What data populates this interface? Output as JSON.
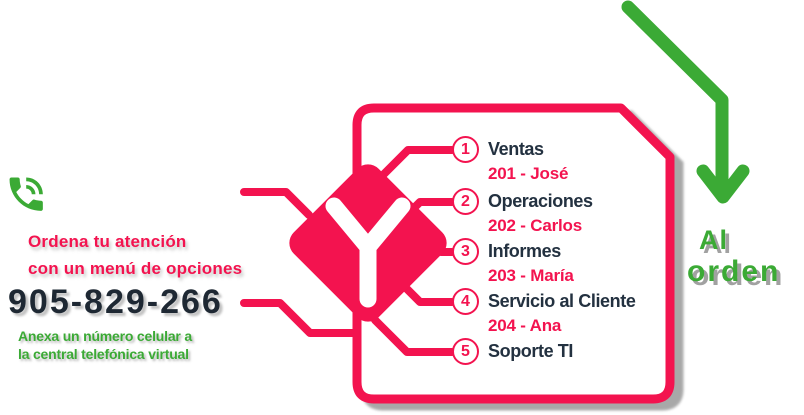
{
  "brand": {
    "logo_letter": "Y",
    "accent_pink": "#F3134F",
    "accent_green": "#3BAA35",
    "text_dark": "#233140"
  },
  "left_panel": {
    "phone_icon": "phone-call-icon",
    "tagline_line1": "Ordena tu atención",
    "tagline_line2": "con un menú de opciones",
    "phone_number": "905-829-266",
    "note_line1": "Anexa un número celular a",
    "note_line2": "la central telefónica virtual"
  },
  "menu": {
    "items": [
      {
        "number": "1",
        "title": "Ventas",
        "extension": "201 - José"
      },
      {
        "number": "2",
        "title": "Operaciones",
        "extension": "202 - Carlos"
      },
      {
        "number": "3",
        "title": "Informes",
        "extension": "203 - María"
      },
      {
        "number": "4",
        "title": "Servicio al Cliente",
        "extension": "204 - Ana"
      },
      {
        "number": "5",
        "title": "Soporte TI",
        "extension": ""
      }
    ]
  },
  "callout": {
    "arrow_icon": "green-curved-arrow-icon",
    "line1": "Al",
    "line2": "orden"
  }
}
